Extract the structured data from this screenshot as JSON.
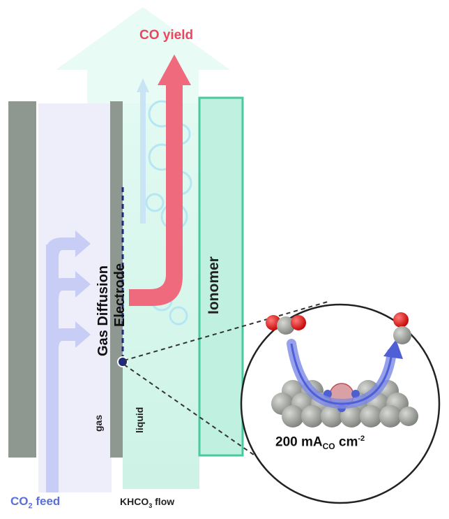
{
  "labels": {
    "co_yield": "CO yield",
    "gas_diffusion_line1": "Gas Diffusion",
    "gas_diffusion_line2": "Electrode",
    "ionomer": "Ionomer",
    "gas": "gas",
    "liquid": "liquid",
    "co2_feed_prefix": "CO",
    "co2_feed_sub": "2",
    "co2_feed_suffix": " feed",
    "khco3_prefix": "KHCO",
    "khco3_sub": "3",
    "khco3_suffix": " flow",
    "current_value": "200 mA",
    "current_sub": "CO",
    "current_unit": " cm",
    "current_sup": "-2"
  },
  "colors": {
    "co_yield": "#e8475f",
    "co2_feed": "#5a6fd8",
    "plate": "#8f9890",
    "ionomer_fill": "#bff0e0",
    "ionomer_border": "#49c9a0",
    "liquid_channel": "#d9f7ee",
    "feed_arrow": "#c8cdf6",
    "atom": "#9a9d98",
    "oxygen": "#e01b1b"
  },
  "icons": [
    "co2-molecule-icon",
    "co-molecule-icon",
    "catalyst-surface-icon",
    "bubble-icon"
  ]
}
